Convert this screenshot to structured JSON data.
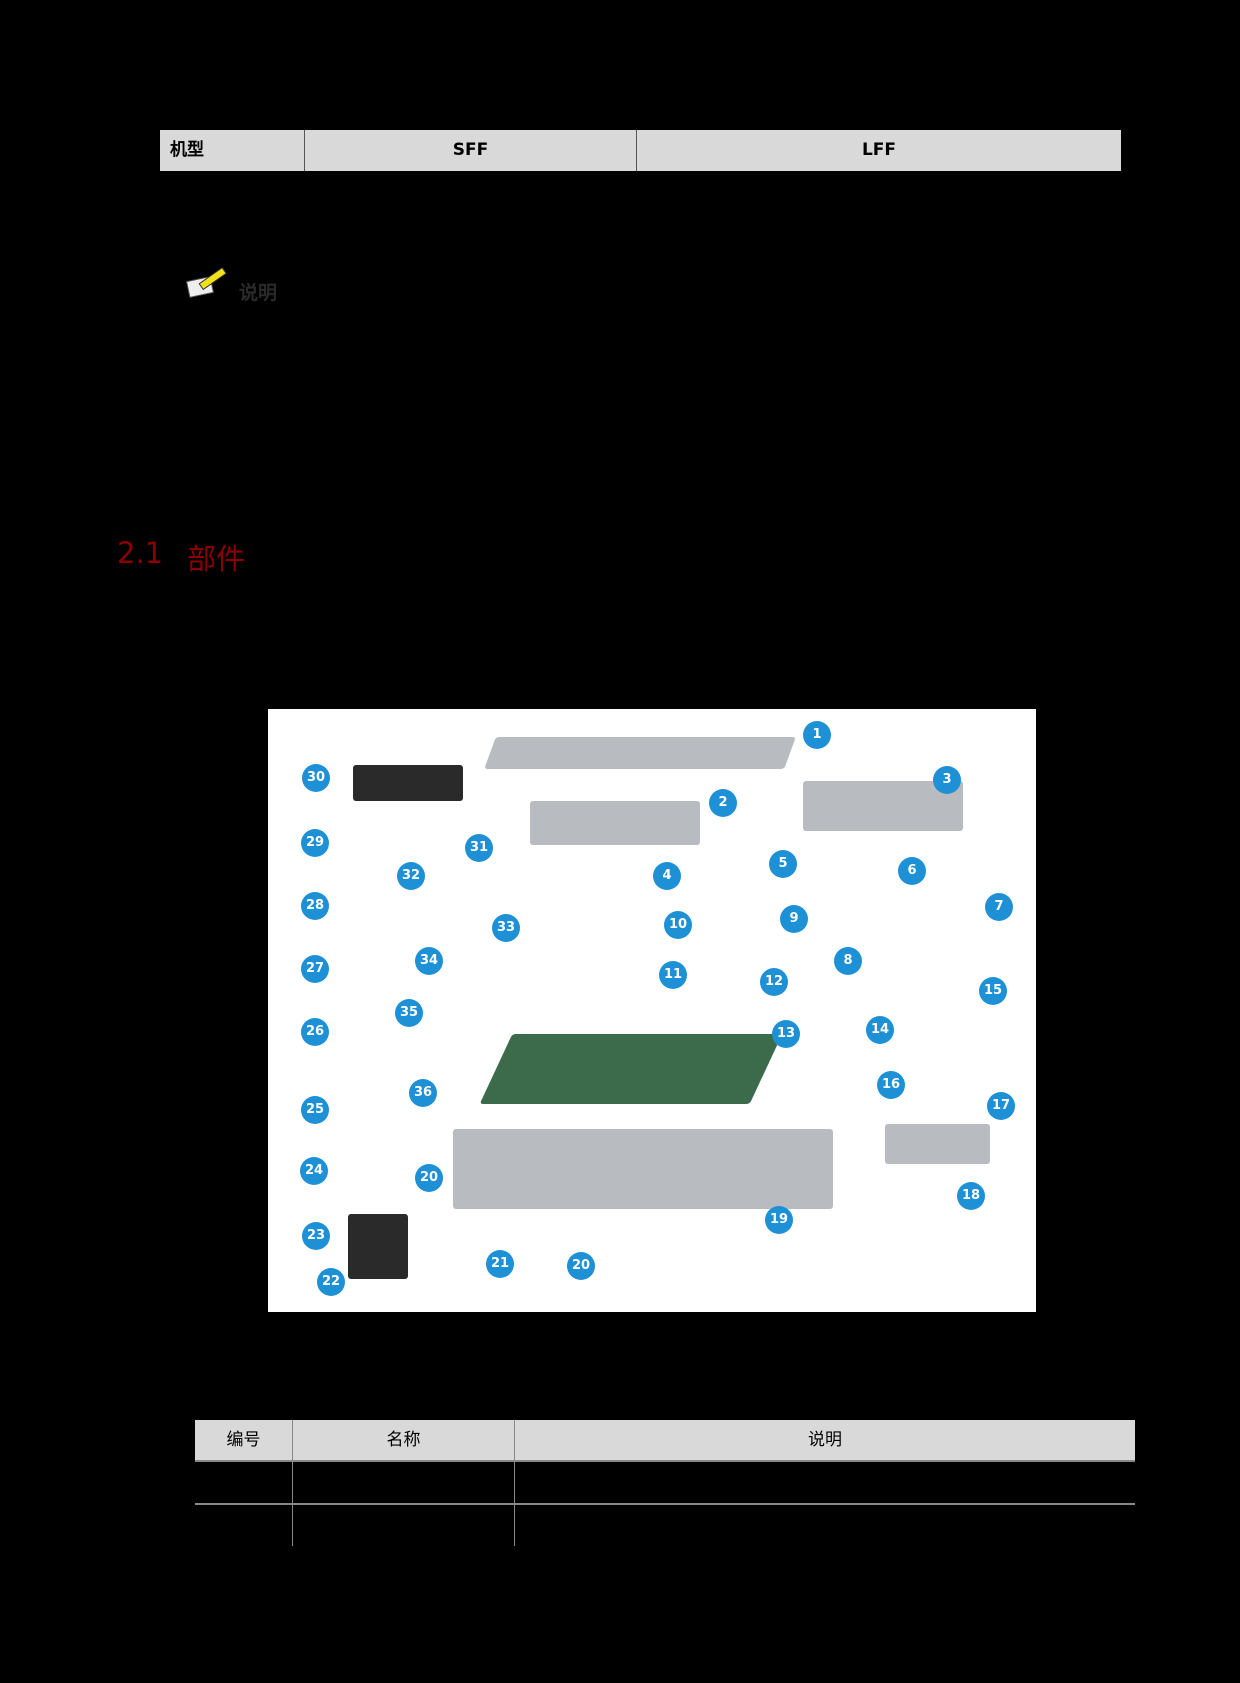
{
  "model_table": {
    "headers": [
      "机型",
      "SFF",
      "LFF"
    ]
  },
  "note": {
    "icon": "note-pencil-icon",
    "label": "说明"
  },
  "section": {
    "number": "2.1",
    "title": "部件"
  },
  "diagram": {
    "callouts": [
      "1",
      "2",
      "3",
      "4",
      "5",
      "6",
      "7",
      "8",
      "9",
      "10",
      "11",
      "12",
      "13",
      "14",
      "15",
      "16",
      "17",
      "18",
      "19",
      "20",
      "20",
      "21",
      "22",
      "23",
      "24",
      "25",
      "26",
      "27",
      "28",
      "29",
      "30",
      "31",
      "32",
      "33",
      "34",
      "35",
      "36"
    ],
    "accent_color": "#1e90d6"
  },
  "parts_table": {
    "headers": [
      "编号",
      "名称",
      "说明"
    ],
    "rows": [
      [
        "",
        "",
        ""
      ],
      [
        "",
        "",
        ""
      ]
    ]
  }
}
